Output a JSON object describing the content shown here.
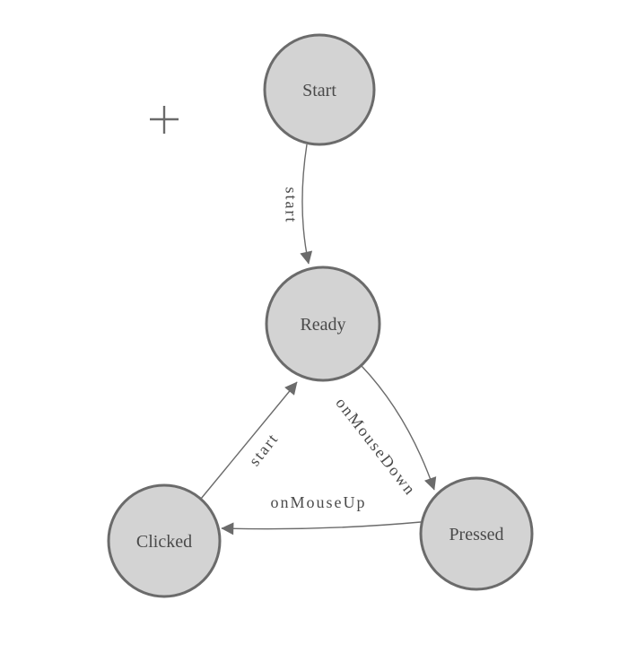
{
  "diagram": {
    "colors": {
      "background": "#ffffff",
      "nodeFill": "#d3d3d3",
      "nodeStroke": "#6b6b6b",
      "edgeStroke": "#6b6b6b",
      "labelColor": "#4a4a4a"
    },
    "nodes": [
      {
        "id": "start",
        "label": "Start"
      },
      {
        "id": "ready",
        "label": "Ready"
      },
      {
        "id": "clicked",
        "label": "Clicked"
      },
      {
        "id": "pressed",
        "label": "Pressed"
      }
    ],
    "edges": [
      {
        "id": "start-to-ready",
        "from": "Start",
        "to": "Ready",
        "label": "start"
      },
      {
        "id": "clicked-to-ready",
        "from": "Clicked",
        "to": "Ready",
        "label": "start"
      },
      {
        "id": "ready-to-pressed",
        "from": "Ready",
        "to": "Pressed",
        "label": "onMouseDown"
      },
      {
        "id": "pressed-to-clicked",
        "from": "Pressed",
        "to": "Clicked",
        "label": "onMouseUp"
      }
    ]
  }
}
